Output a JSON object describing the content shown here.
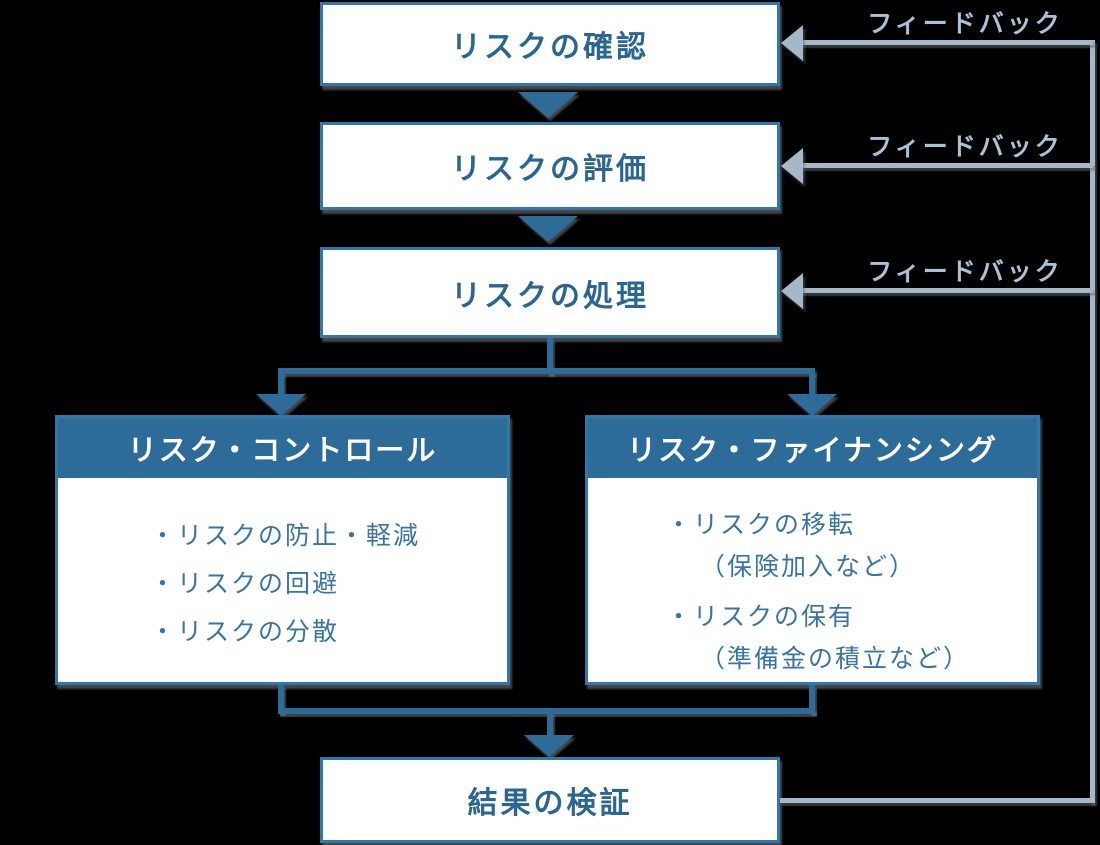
{
  "diagram": {
    "colors": {
      "primary_blue": "#2d6b99",
      "border_blue": "#3177ab",
      "title_text": "#2a6691",
      "body_text": "#3a74a2",
      "header_text": "#ffffff",
      "feedback_line": "#a4b8c9",
      "feedback_text": "#a8c2d8",
      "box_background": "#ffffff",
      "background_color": "#000000"
    },
    "process_steps": [
      {
        "label": "リスクの確認"
      },
      {
        "label": "リスクの評価"
      },
      {
        "label": "リスクの処理"
      }
    ],
    "branches": [
      {
        "title": "リスク・コントロール",
        "items": [
          {
            "line": "・リスクの防止・軽減"
          },
          {
            "line": "・リスクの回避"
          },
          {
            "line": "・リスクの分散"
          }
        ]
      },
      {
        "title": "リスク・ファイナンシング",
        "items": [
          {
            "line": "・リスクの移転",
            "subline": "（保険加入など）"
          },
          {
            "line": "・リスクの保有",
            "subline": "（準備金の積立など）"
          }
        ]
      }
    ],
    "result_step": {
      "label": "結果の検証"
    },
    "feedback_labels": [
      {
        "text": "フィードバック"
      },
      {
        "text": "フィードバック"
      },
      {
        "text": "フィードバック"
      }
    ]
  }
}
